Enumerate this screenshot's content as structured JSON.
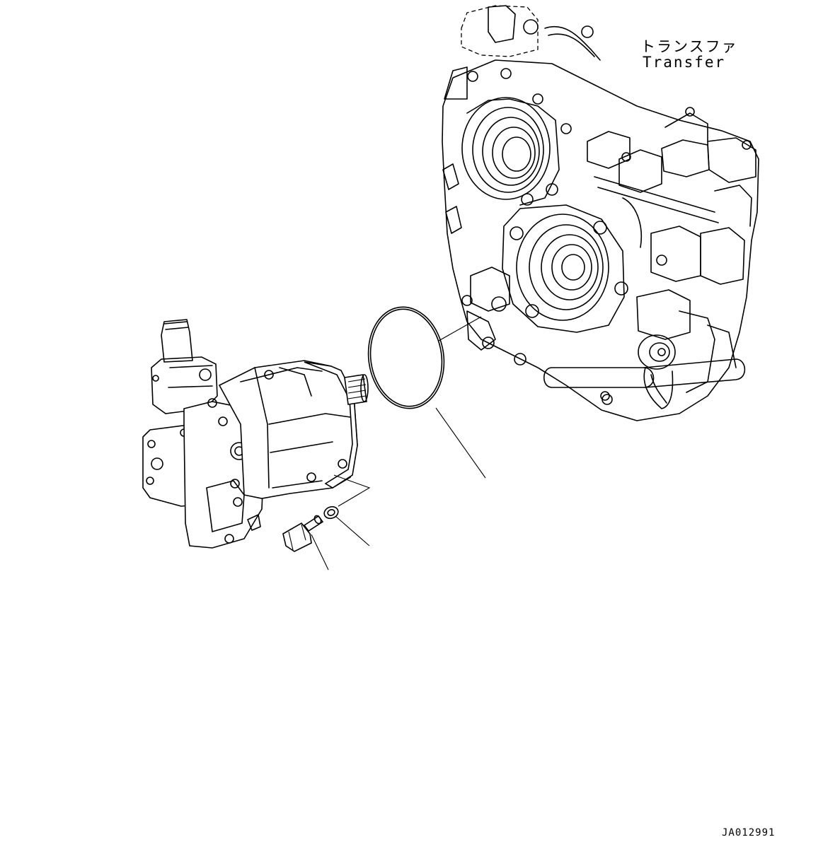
{
  "labels": {
    "transfer_jp": "トランスファ",
    "transfer_en": "Transfer",
    "drawing_code": "JA012991"
  },
  "colors": {
    "line": "#000000",
    "background": "#ffffff"
  }
}
